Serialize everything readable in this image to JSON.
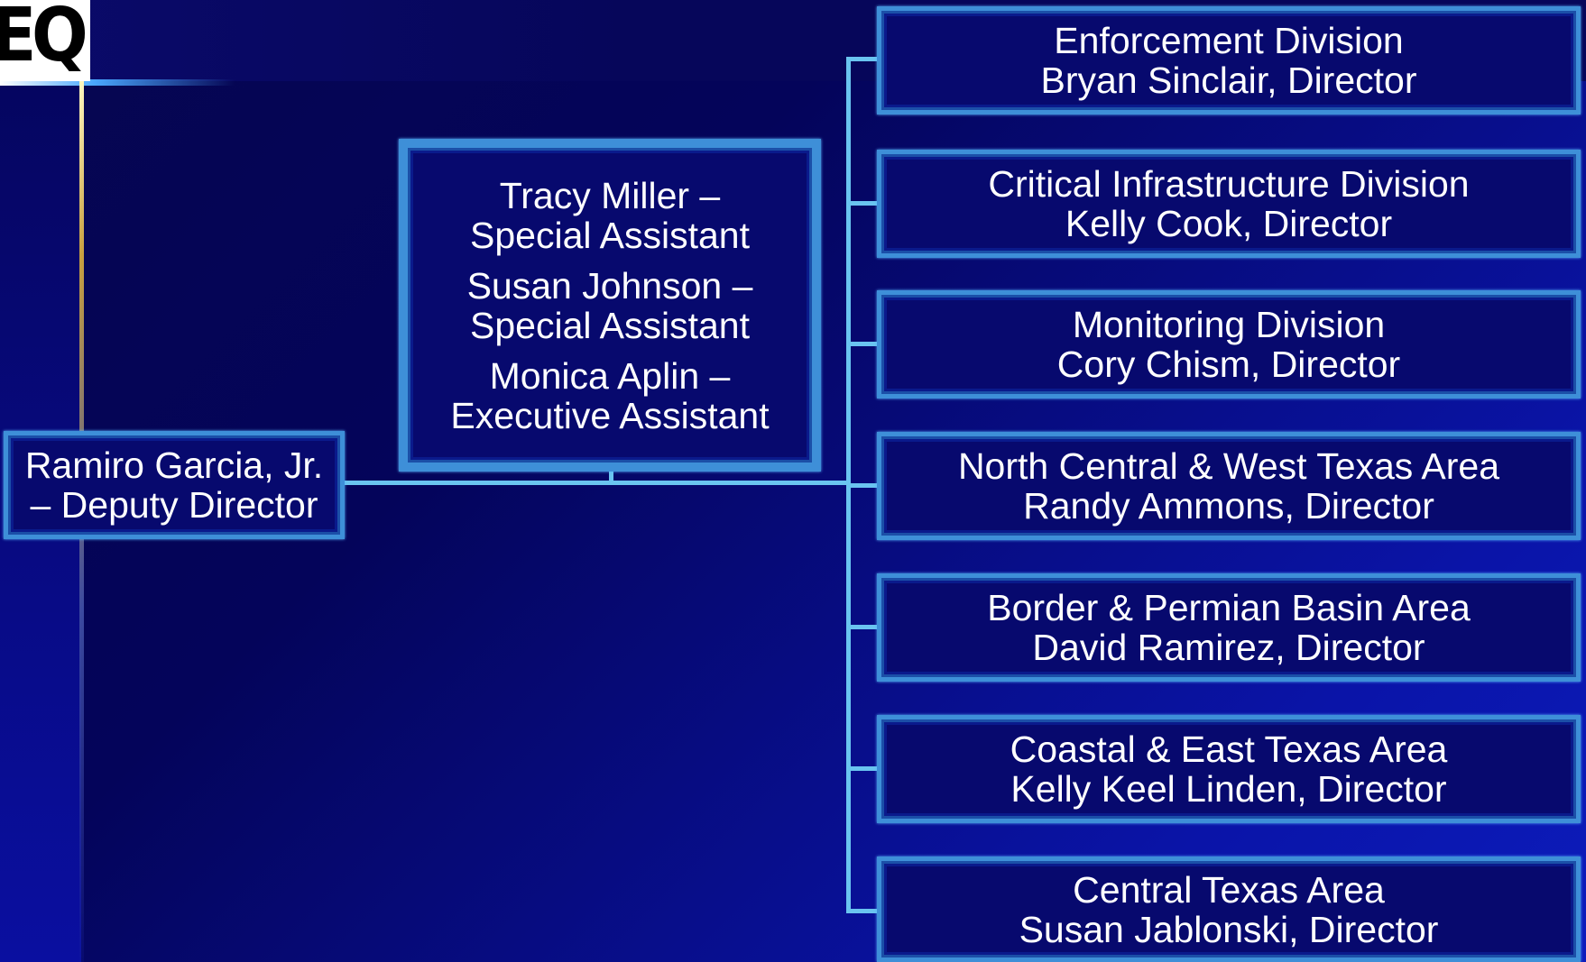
{
  "logo": {
    "text": "EQ"
  },
  "deputy": {
    "line1": "Ramiro Garcia, Jr.",
    "line2": "– Deputy Director"
  },
  "staff": [
    {
      "name": "Tracy Miller –",
      "role": "Special Assistant"
    },
    {
      "name": "Susan Johnson –",
      "role": "Special Assistant"
    },
    {
      "name": "Monica Aplin –",
      "role": "Executive Assistant"
    }
  ],
  "divisions": [
    {
      "title": "Enforcement Division",
      "director": "Bryan Sinclair, Director"
    },
    {
      "title": "Critical Infrastructure Division",
      "director": "Kelly Cook, Director"
    },
    {
      "title": "Monitoring Division",
      "director": "Cory Chism, Director"
    },
    {
      "title": "North Central & West Texas Area",
      "director": "Randy Ammons, Director"
    },
    {
      "title": "Border & Permian Basin Area",
      "director": "David Ramirez, Director"
    },
    {
      "title": "Coastal & East Texas Area",
      "director": "Kelly Keel Linden, Director"
    },
    {
      "title": "Central Texas Area",
      "director": "Susan Jablonski, Director"
    }
  ],
  "colors": {
    "background": "#06065a",
    "box_fill": "#07096e",
    "box_border": "#3e8fd8",
    "connector": "#6ac4f0",
    "text": "#ffffff"
  }
}
